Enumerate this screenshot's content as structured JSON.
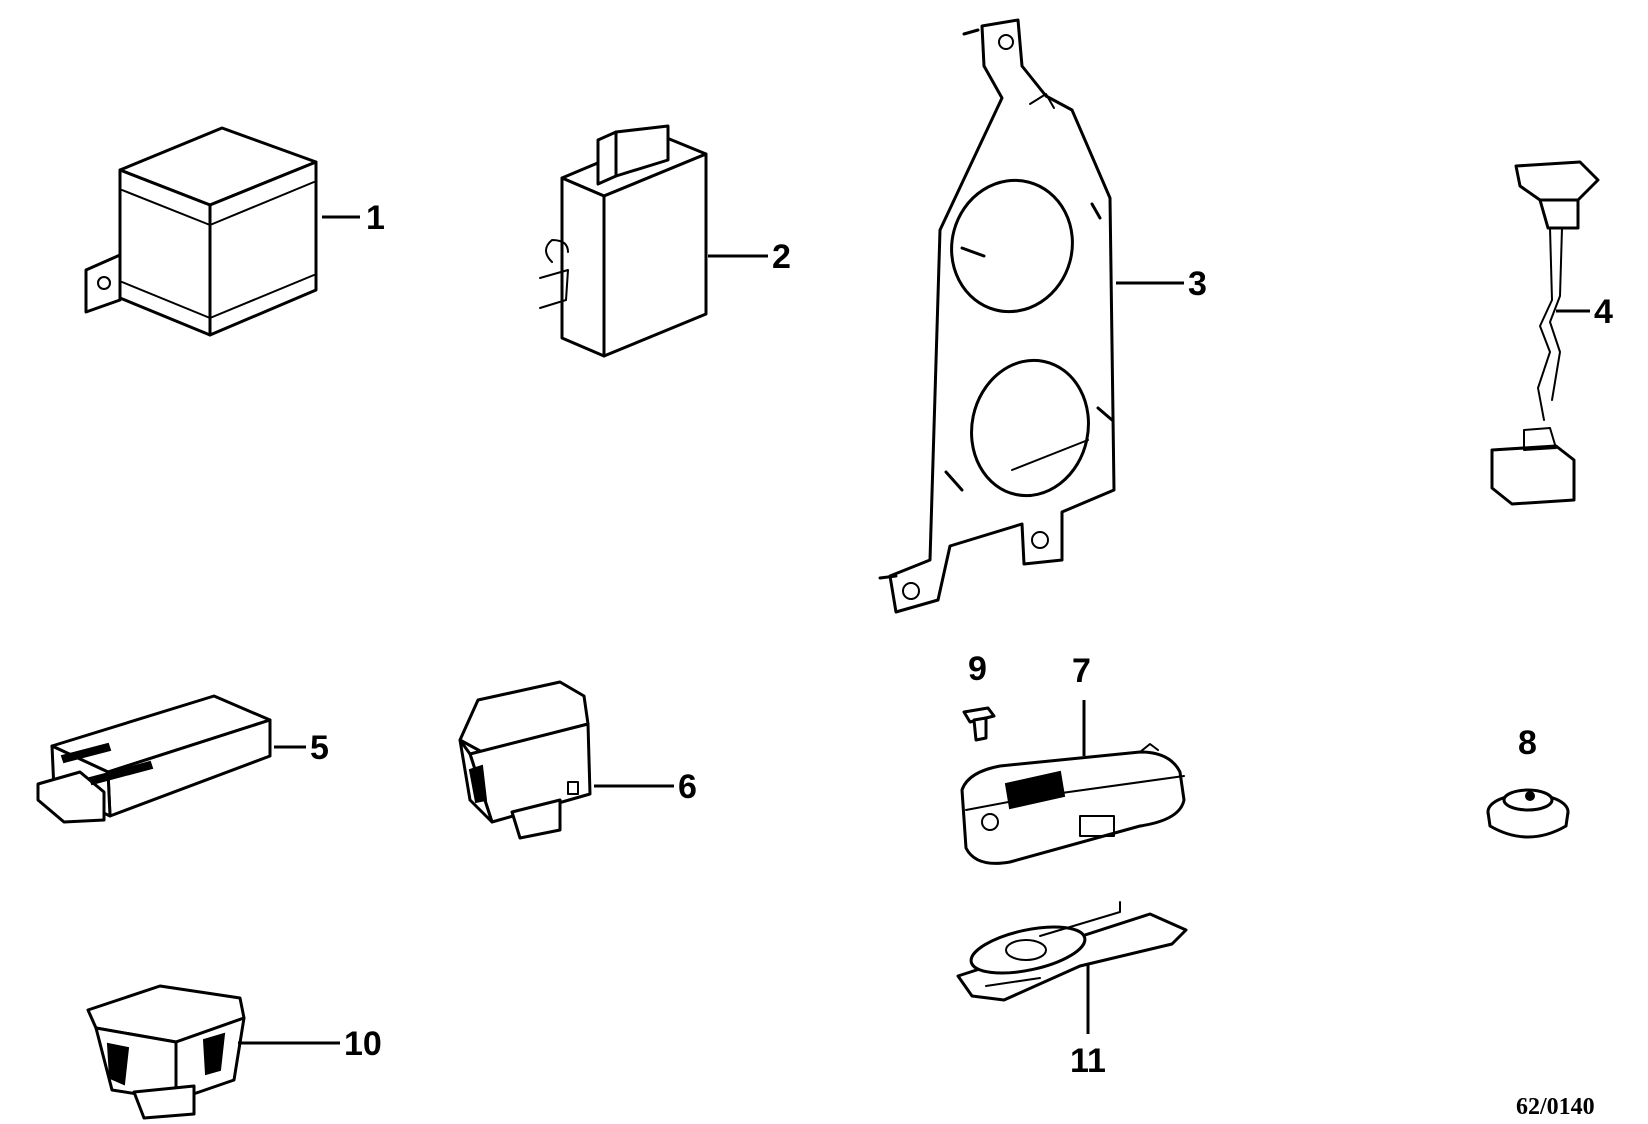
{
  "diagram": {
    "reference": "62/0140",
    "callouts": {
      "c1": "1",
      "c2": "2",
      "c3": "3",
      "c4": "4",
      "c5": "5",
      "c6": "6",
      "c7": "7",
      "c8": "8",
      "c9": "9",
      "c10": "10",
      "c11": "11"
    }
  }
}
